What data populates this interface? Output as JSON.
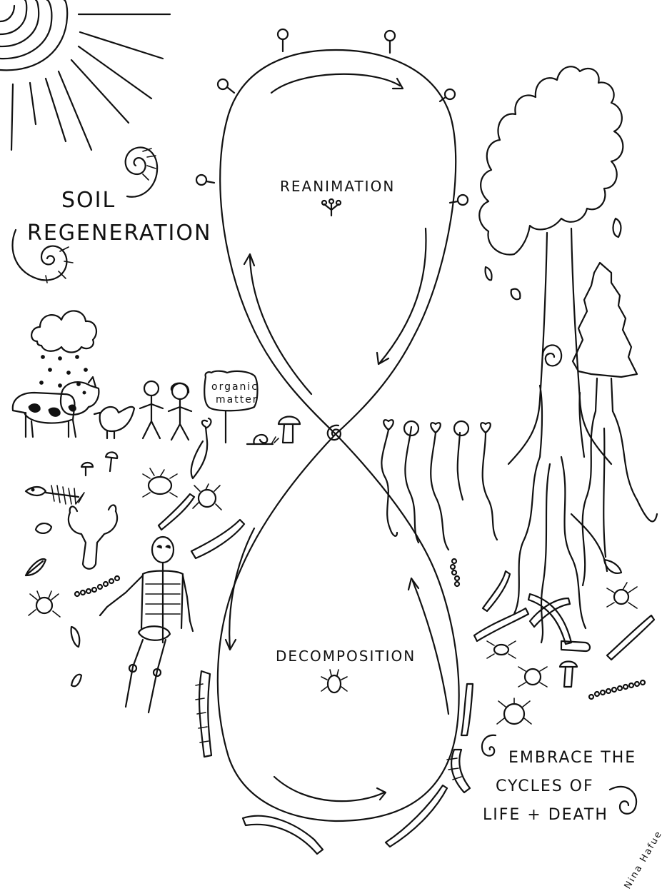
{
  "diagram": {
    "top_loop_label": "REANIMATION",
    "bottom_loop_label": "DECOMPOSITION",
    "left_title_line1": "SOIL",
    "left_title_line2": "REGENERATION",
    "sign_line1": "organic",
    "sign_line2": "matter",
    "closing_line1": "EMBRACE THE",
    "closing_line2": "CYCLES OF",
    "closing_line3": "LIFE + DEATH",
    "signature": "Nina Hafue"
  },
  "icons": [
    "sun-icon",
    "cloud-icon",
    "raindrops-icon",
    "cow-icon",
    "pig-icon",
    "chicken-icon",
    "stick-figure-icon",
    "snail-icon",
    "mushroom-icon",
    "fish-skeleton-icon",
    "bull-skull-icon",
    "skeleton-icon",
    "worm-icon",
    "bug-icon",
    "leaf-icon",
    "spiral-icon",
    "sprout-icon",
    "deciduous-tree-icon",
    "pine-tree-icon",
    "flower-icon",
    "beetle-icon"
  ]
}
